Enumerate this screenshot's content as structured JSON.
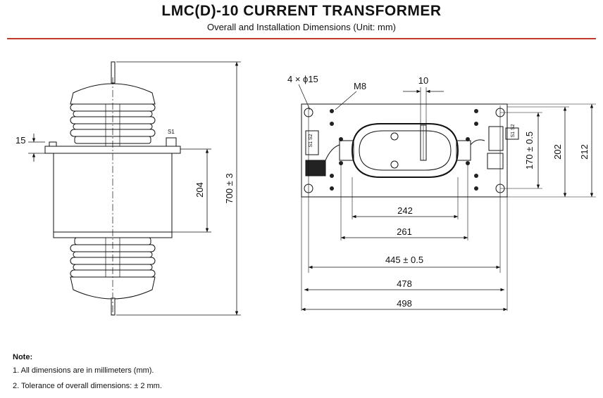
{
  "header": {
    "title": "LMC(D)-10 CURRENT TRANSFORMER",
    "subtitle": "Overall and Installation Dimensions (Unit: mm)"
  },
  "front_view": {
    "dim_flange": "15",
    "dim_body": "204",
    "dim_overall": "700 ± 3",
    "terminal_label": "S1"
  },
  "top_view": {
    "holes_label": "4 × ϕ15",
    "bolt_label": "M8",
    "dim_slot": "10",
    "dim_242": "242",
    "dim_261": "261",
    "dim_445": "445 ± 0.5",
    "dim_478": "478",
    "dim_498": "498",
    "dim_170": "170 ± 0.5",
    "dim_202": "202",
    "dim_212": "212",
    "terminal_right": "S1 S2",
    "terminal_left": "S1 S2"
  },
  "notes": {
    "heading": "Note:",
    "items": [
      "1. All dimensions are in millimeters (mm).",
      "2. Tolerance of overall dimensions: ± 2 mm."
    ]
  },
  "colors": {
    "accent_rule": "#c0392b",
    "line": "#111111"
  }
}
